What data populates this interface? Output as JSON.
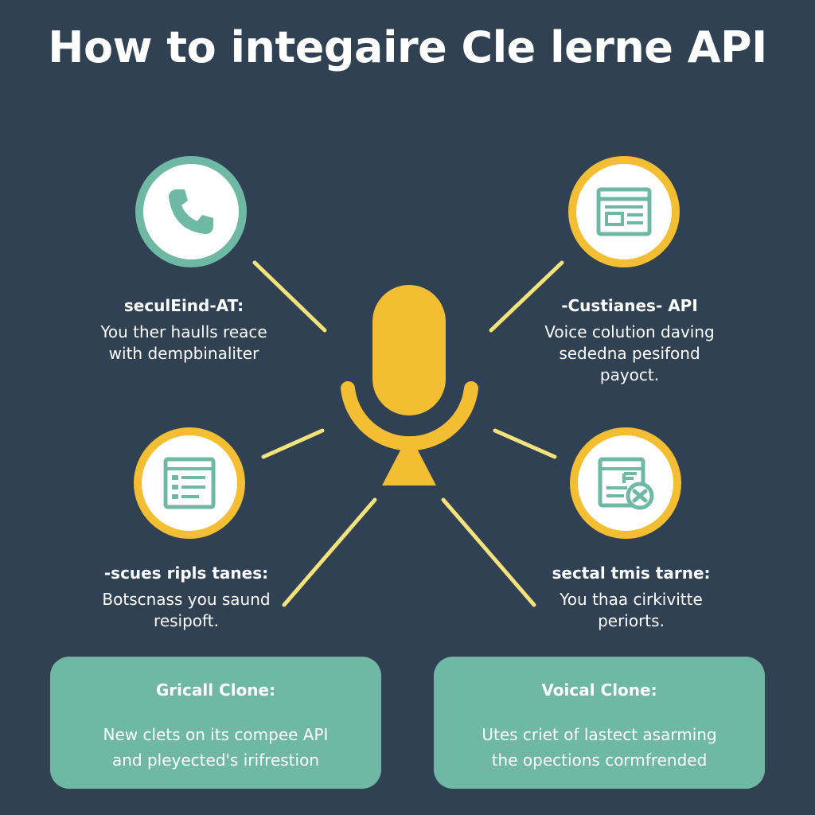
{
  "title": "How to integaire Cle lerne API",
  "colors": {
    "background": "#2f4153",
    "teal": "#6fb8a3",
    "yellow": "#f4be33",
    "white": "#ffffff"
  },
  "center_icon": "microphone-icon",
  "nodes": [
    {
      "icon": "phone-icon",
      "heading": "seculEind-AT:",
      "description_lines": [
        "You ther haulls reace",
        "with dempbinaliter"
      ]
    },
    {
      "icon": "browser-window-icon",
      "heading": "-Custianes- API",
      "description_lines": [
        "Voice colution daving",
        "sededna pesifond",
        "payoct."
      ]
    },
    {
      "icon": "list-document-icon",
      "heading": "-scues ripls tanes:",
      "description_lines": [
        "Botscnass you saund",
        "resipoft."
      ]
    },
    {
      "icon": "document-settings-icon",
      "heading": "sectal tmis tarne:",
      "description_lines": [
        "You thaa cirkivitte",
        "periorts."
      ]
    }
  ],
  "cards": [
    {
      "title": "Gricall Clone:",
      "description_lines": [
        "New clets on its compee API",
        "and pleyected's irifrestion"
      ]
    },
    {
      "title": "Voical Clone:",
      "description_lines": [
        "Utes criet of lastect asarming",
        "the opections cormfrended"
      ]
    }
  ]
}
